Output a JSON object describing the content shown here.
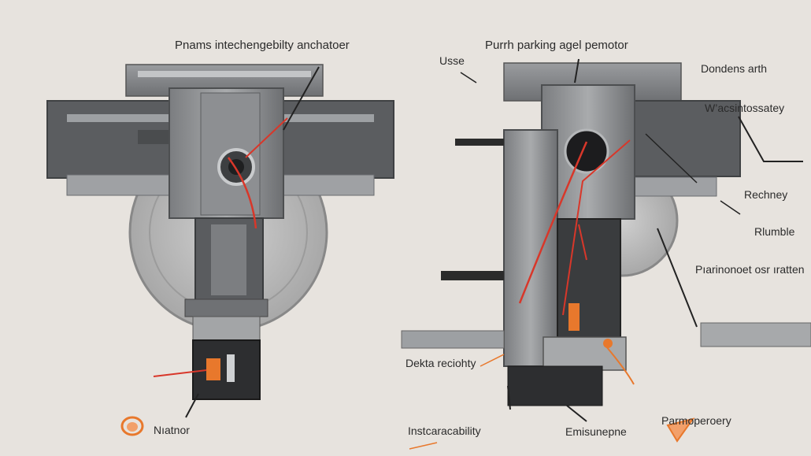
{
  "labels": {
    "left_title": "Pnams  intechengebilty anchatoer",
    "left_bottom": "Nıatnor",
    "right_title": "Purrh parking agel pemotor",
    "use": "Usse",
    "bondens": "Dondens arth",
    "wasiness": "W’acsintossatey",
    "rechney": "Rechney",
    "rumble": "Rlumble",
    "parinoset": "Pıarinonoet osr ıratten",
    "dekta": "Dekta reciohty",
    "instcara": "Instcaracability",
    "emisune": "Emisunepne",
    "parmor": "Parmoperoery"
  },
  "colors": {
    "background": "#e7e3de",
    "metal_dark": "#5b5d60",
    "metal_mid": "#8a8c8f",
    "metal_light": "#b7b9bb",
    "wire_red": "#d8372a",
    "accent_orange": "#e8782c",
    "text": "#2b2b2b"
  }
}
